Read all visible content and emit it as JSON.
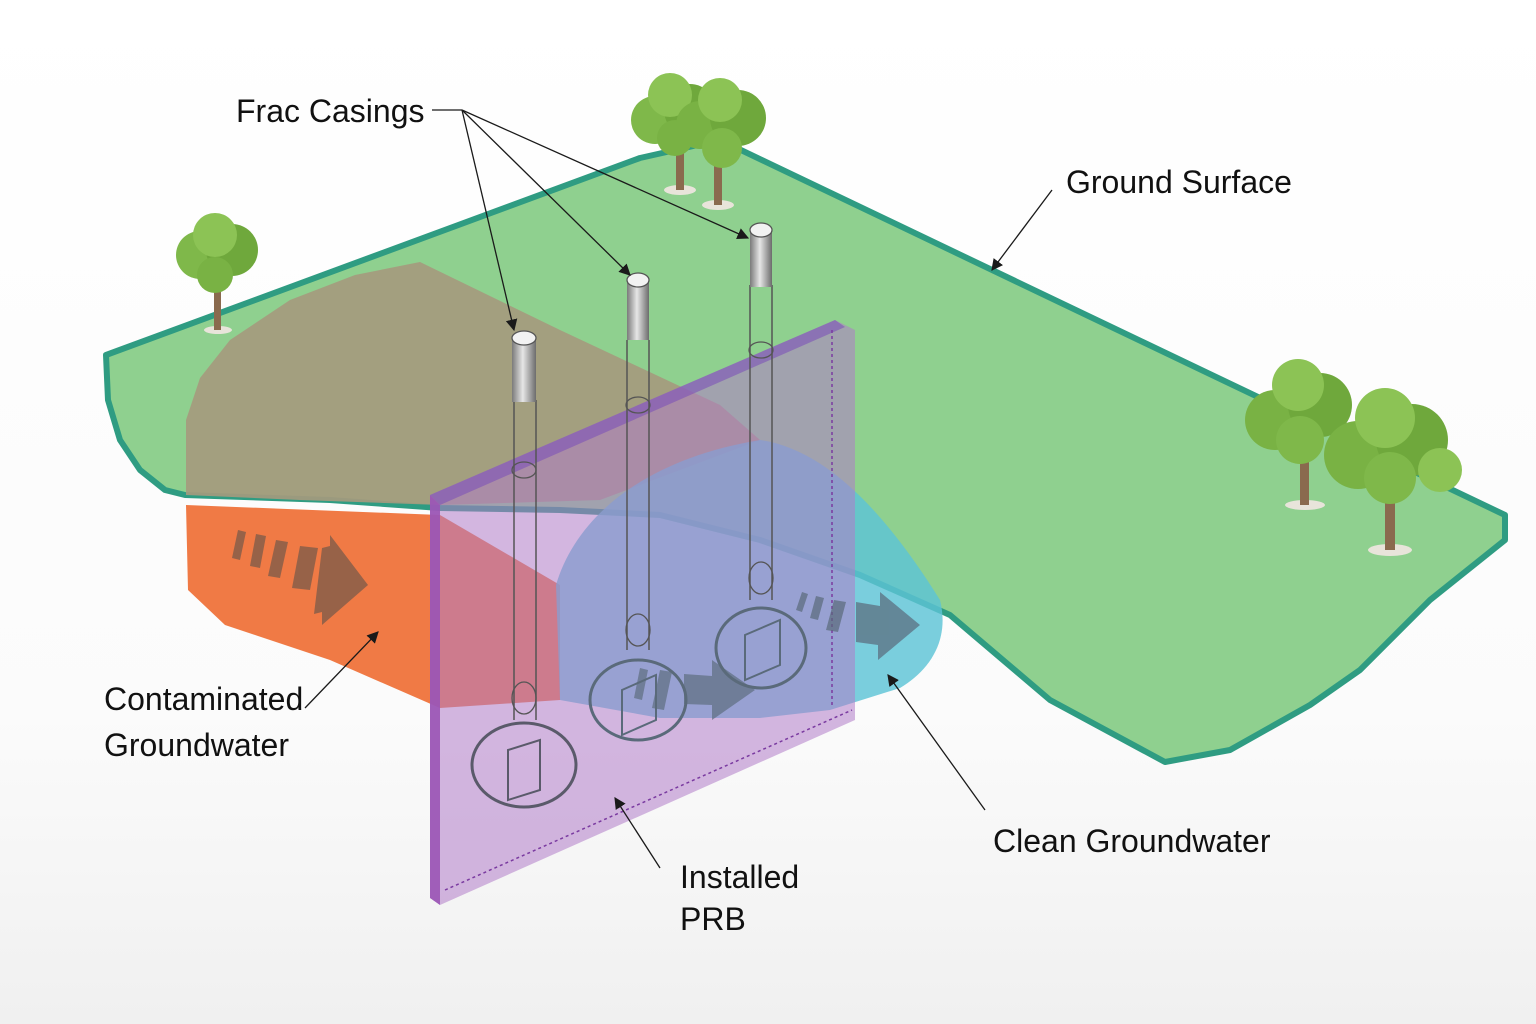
{
  "labels": {
    "frac_casings": "Frac Casings",
    "ground_surface": "Ground Surface",
    "contaminated_line1": "Contaminated",
    "contaminated_line2": "Groundwater",
    "installed_line1": "Installed",
    "installed_line2": "PRB",
    "clean_groundwater": "Clean Groundwater"
  },
  "colors": {
    "ground": "#8fd08f",
    "ground_edge": "#2f9c82",
    "soil": "#a59a7e",
    "contaminated": "#f07a45",
    "clean": "#5dc3d6",
    "prb": "#b07cc8",
    "prb_edge": "#9a54b5",
    "casing": "#b8b8b8",
    "tree_canopy": "#7fb84a",
    "tree_trunk": "#8a6a4e"
  }
}
